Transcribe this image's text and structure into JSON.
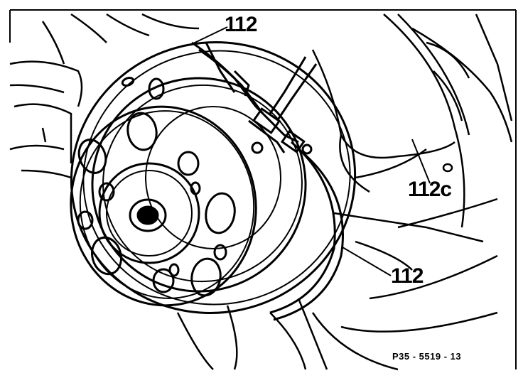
{
  "diagram": {
    "callouts": {
      "top": "112",
      "right": "112c",
      "bottom": "112"
    },
    "figure_code": "P35 - 5519 - 13"
  },
  "colors": {
    "ink": "#000000",
    "paper": "#ffffff"
  }
}
